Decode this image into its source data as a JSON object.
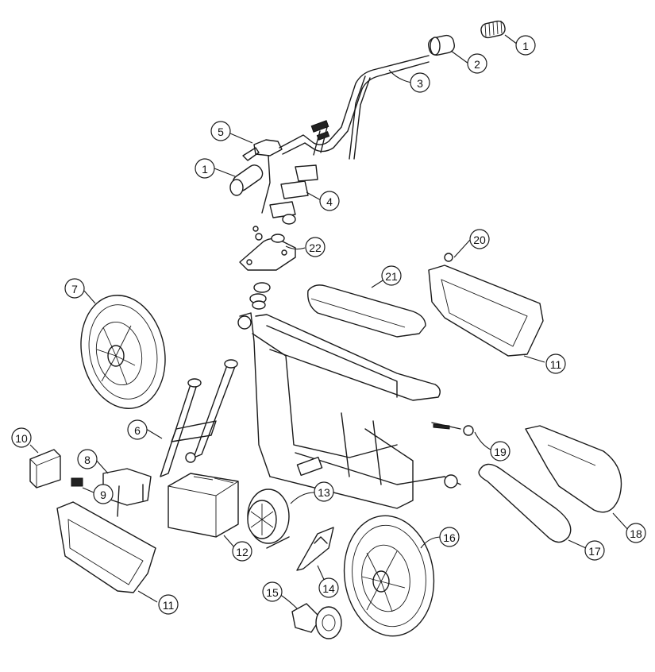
{
  "diagram": {
    "callouts": [
      {
        "id": "c1a",
        "label": "1"
      },
      {
        "id": "c2",
        "label": "2"
      },
      {
        "id": "c3",
        "label": "3"
      },
      {
        "id": "c5",
        "label": "5"
      },
      {
        "id": "c1b",
        "label": "1"
      },
      {
        "id": "c4",
        "label": "4"
      },
      {
        "id": "c22",
        "label": "22"
      },
      {
        "id": "c20",
        "label": "20"
      },
      {
        "id": "c21",
        "label": "21"
      },
      {
        "id": "c7",
        "label": "7"
      },
      {
        "id": "c11a",
        "label": "11"
      },
      {
        "id": "c6",
        "label": "6"
      },
      {
        "id": "c10",
        "label": "10"
      },
      {
        "id": "c8",
        "label": "8"
      },
      {
        "id": "c9",
        "label": "9"
      },
      {
        "id": "c19",
        "label": "19"
      },
      {
        "id": "c13",
        "label": "13"
      },
      {
        "id": "c16",
        "label": "16"
      },
      {
        "id": "c18",
        "label": "18"
      },
      {
        "id": "c12",
        "label": "12"
      },
      {
        "id": "c17",
        "label": "17"
      },
      {
        "id": "c14",
        "label": "14"
      },
      {
        "id": "c11b",
        "label": "11"
      },
      {
        "id": "c15",
        "label": "15"
      }
    ]
  }
}
